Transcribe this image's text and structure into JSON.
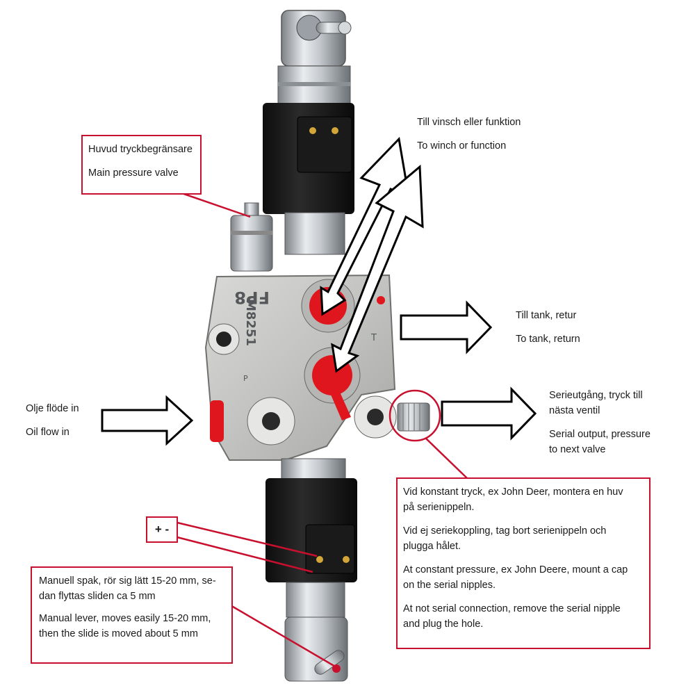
{
  "labels": {
    "main_pressure": {
      "sv": "Huvud tryckbegränsare",
      "en": "Main pressure valve"
    },
    "to_winch": {
      "sv": "Till vinsch eller funktion",
      "en": "To winch or function"
    },
    "to_tank": {
      "sv": "Till tank, retur",
      "en": "To tank, return"
    },
    "oil_flow": {
      "sv": "Olje flöde in",
      "en": "Oil flow in"
    },
    "serial_output": {
      "sv1": "Serieutgång, tryck till",
      "sv2": "nästa ventil",
      "en1": "Serial output, pressure",
      "en2": "to next valve"
    },
    "polarity": "+ -",
    "manual_lever": {
      "sv1": "Manuell spak, rör sig lätt 15-20 mm, se-",
      "sv2": "dan flyttas sliden ca 5 mm",
      "en1": "Manual lever, moves easily 15-20 mm,",
      "en2": "then the slide is moved about 5 mm"
    },
    "notes": {
      "p1a": "Vid konstant tryck, ex John Deer, montera en huv",
      "p1b": "på serienippeln.",
      "p2a": "Vid ej seriekoppling, tag bort serienippeln och",
      "p2b": "plugga hålet.",
      "p3a": "At constant pressure, ex John Deere, mount a cap",
      "p3b": "on the serial nipples.",
      "p4a": "At not serial connection, remove the serial nipple",
      "p4b": "and plug the hole."
    }
  },
  "body_markings": {
    "model": "M8251",
    "brand": "FP8",
    "port_p": "P",
    "port_t": "T"
  },
  "colors": {
    "callout_red": "#c8102e",
    "plug_red": "#e0161e",
    "solenoid": "#1c1c1c"
  }
}
